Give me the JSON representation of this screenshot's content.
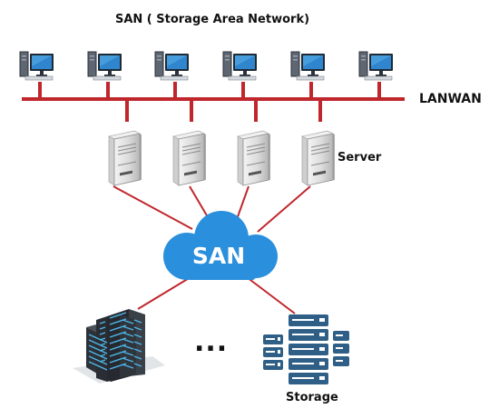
{
  "title": "SAN ( Storage Area Network)",
  "labels": {
    "lanwan": "LANWAN",
    "server": "Server",
    "san": "SAN",
    "storage": "Storage",
    "ellipsis": "..."
  },
  "colors": {
    "link_line": "#c0272d",
    "cloud": "#2a8fdc",
    "server_body": "#e4e4e4",
    "storage_blue": "#2f5f86",
    "rack_dark": "#333840",
    "rack_light": "#4eb6e8"
  },
  "icons": [
    "desktop-computer-icon",
    "tower-server-icon",
    "cloud-icon",
    "server-rack-icon",
    "storage-array-icon"
  ]
}
